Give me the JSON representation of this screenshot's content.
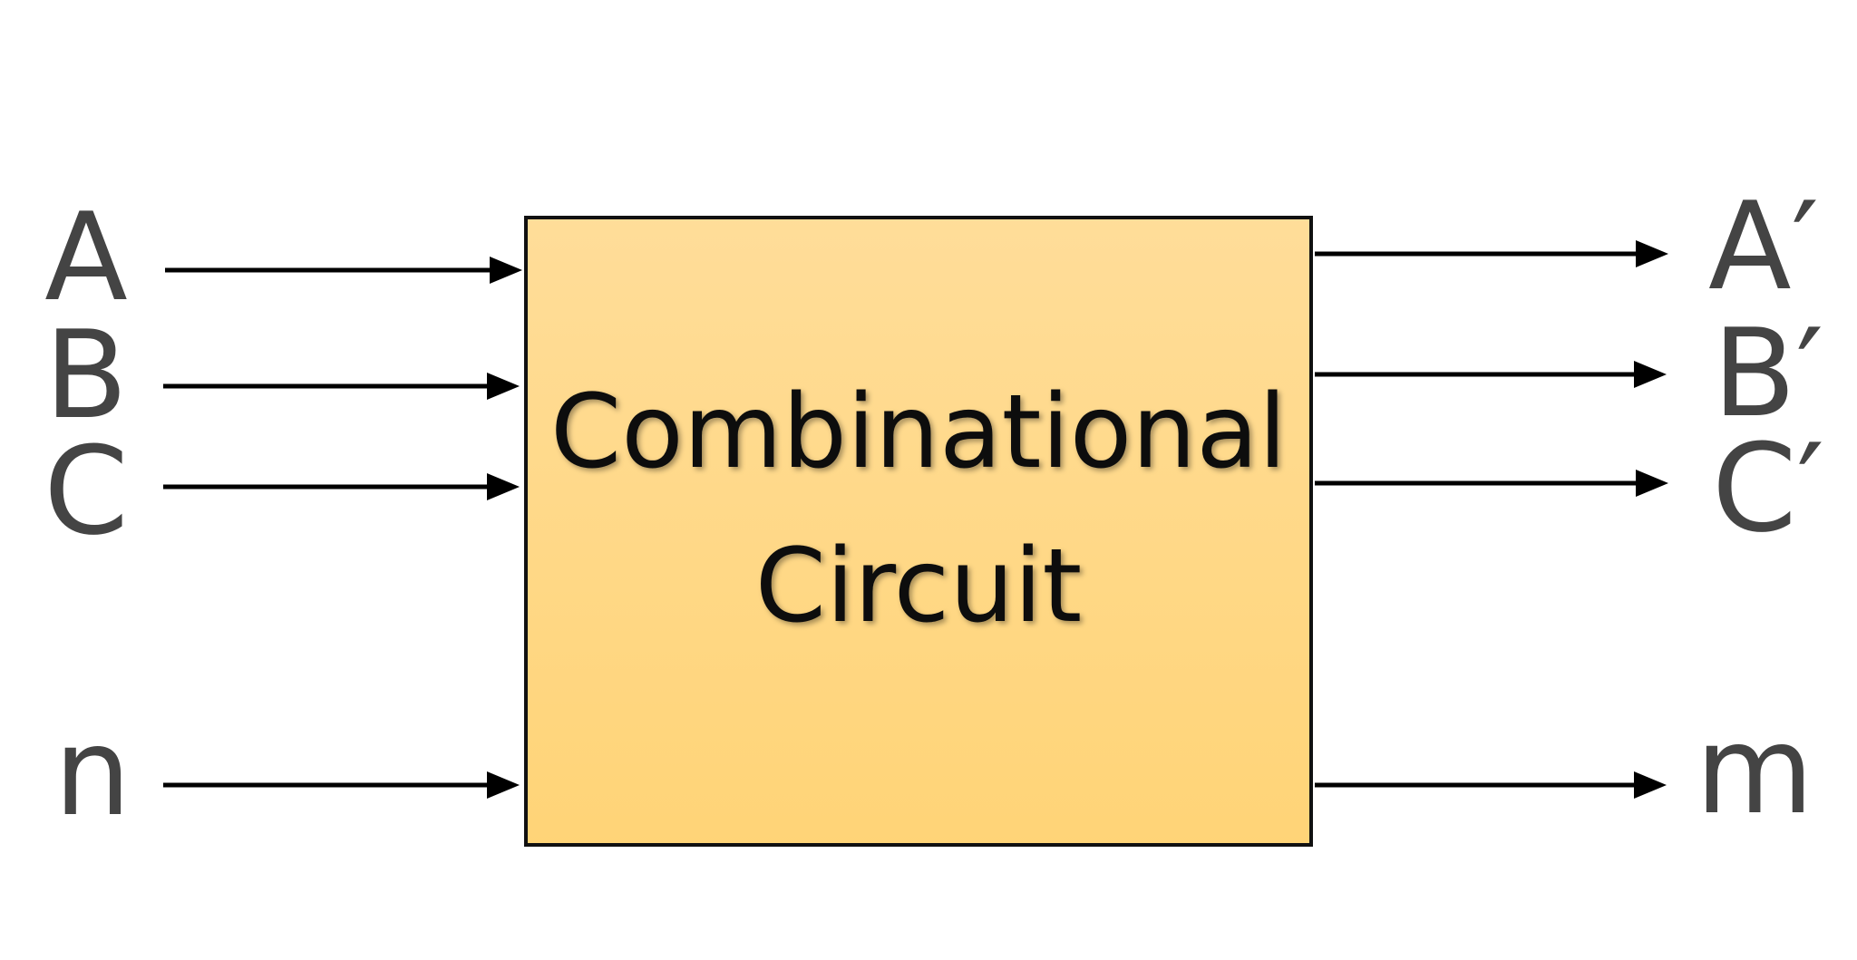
{
  "block": {
    "line1": "Combinational",
    "line2": "Circuit",
    "fill_top": "#ffdd99",
    "fill_bottom": "#ffd477",
    "border": "#111111"
  },
  "inputs": [
    "A",
    "B",
    "C",
    "n"
  ],
  "outputs": [
    "A′",
    "B′",
    "C′",
    "m"
  ]
}
